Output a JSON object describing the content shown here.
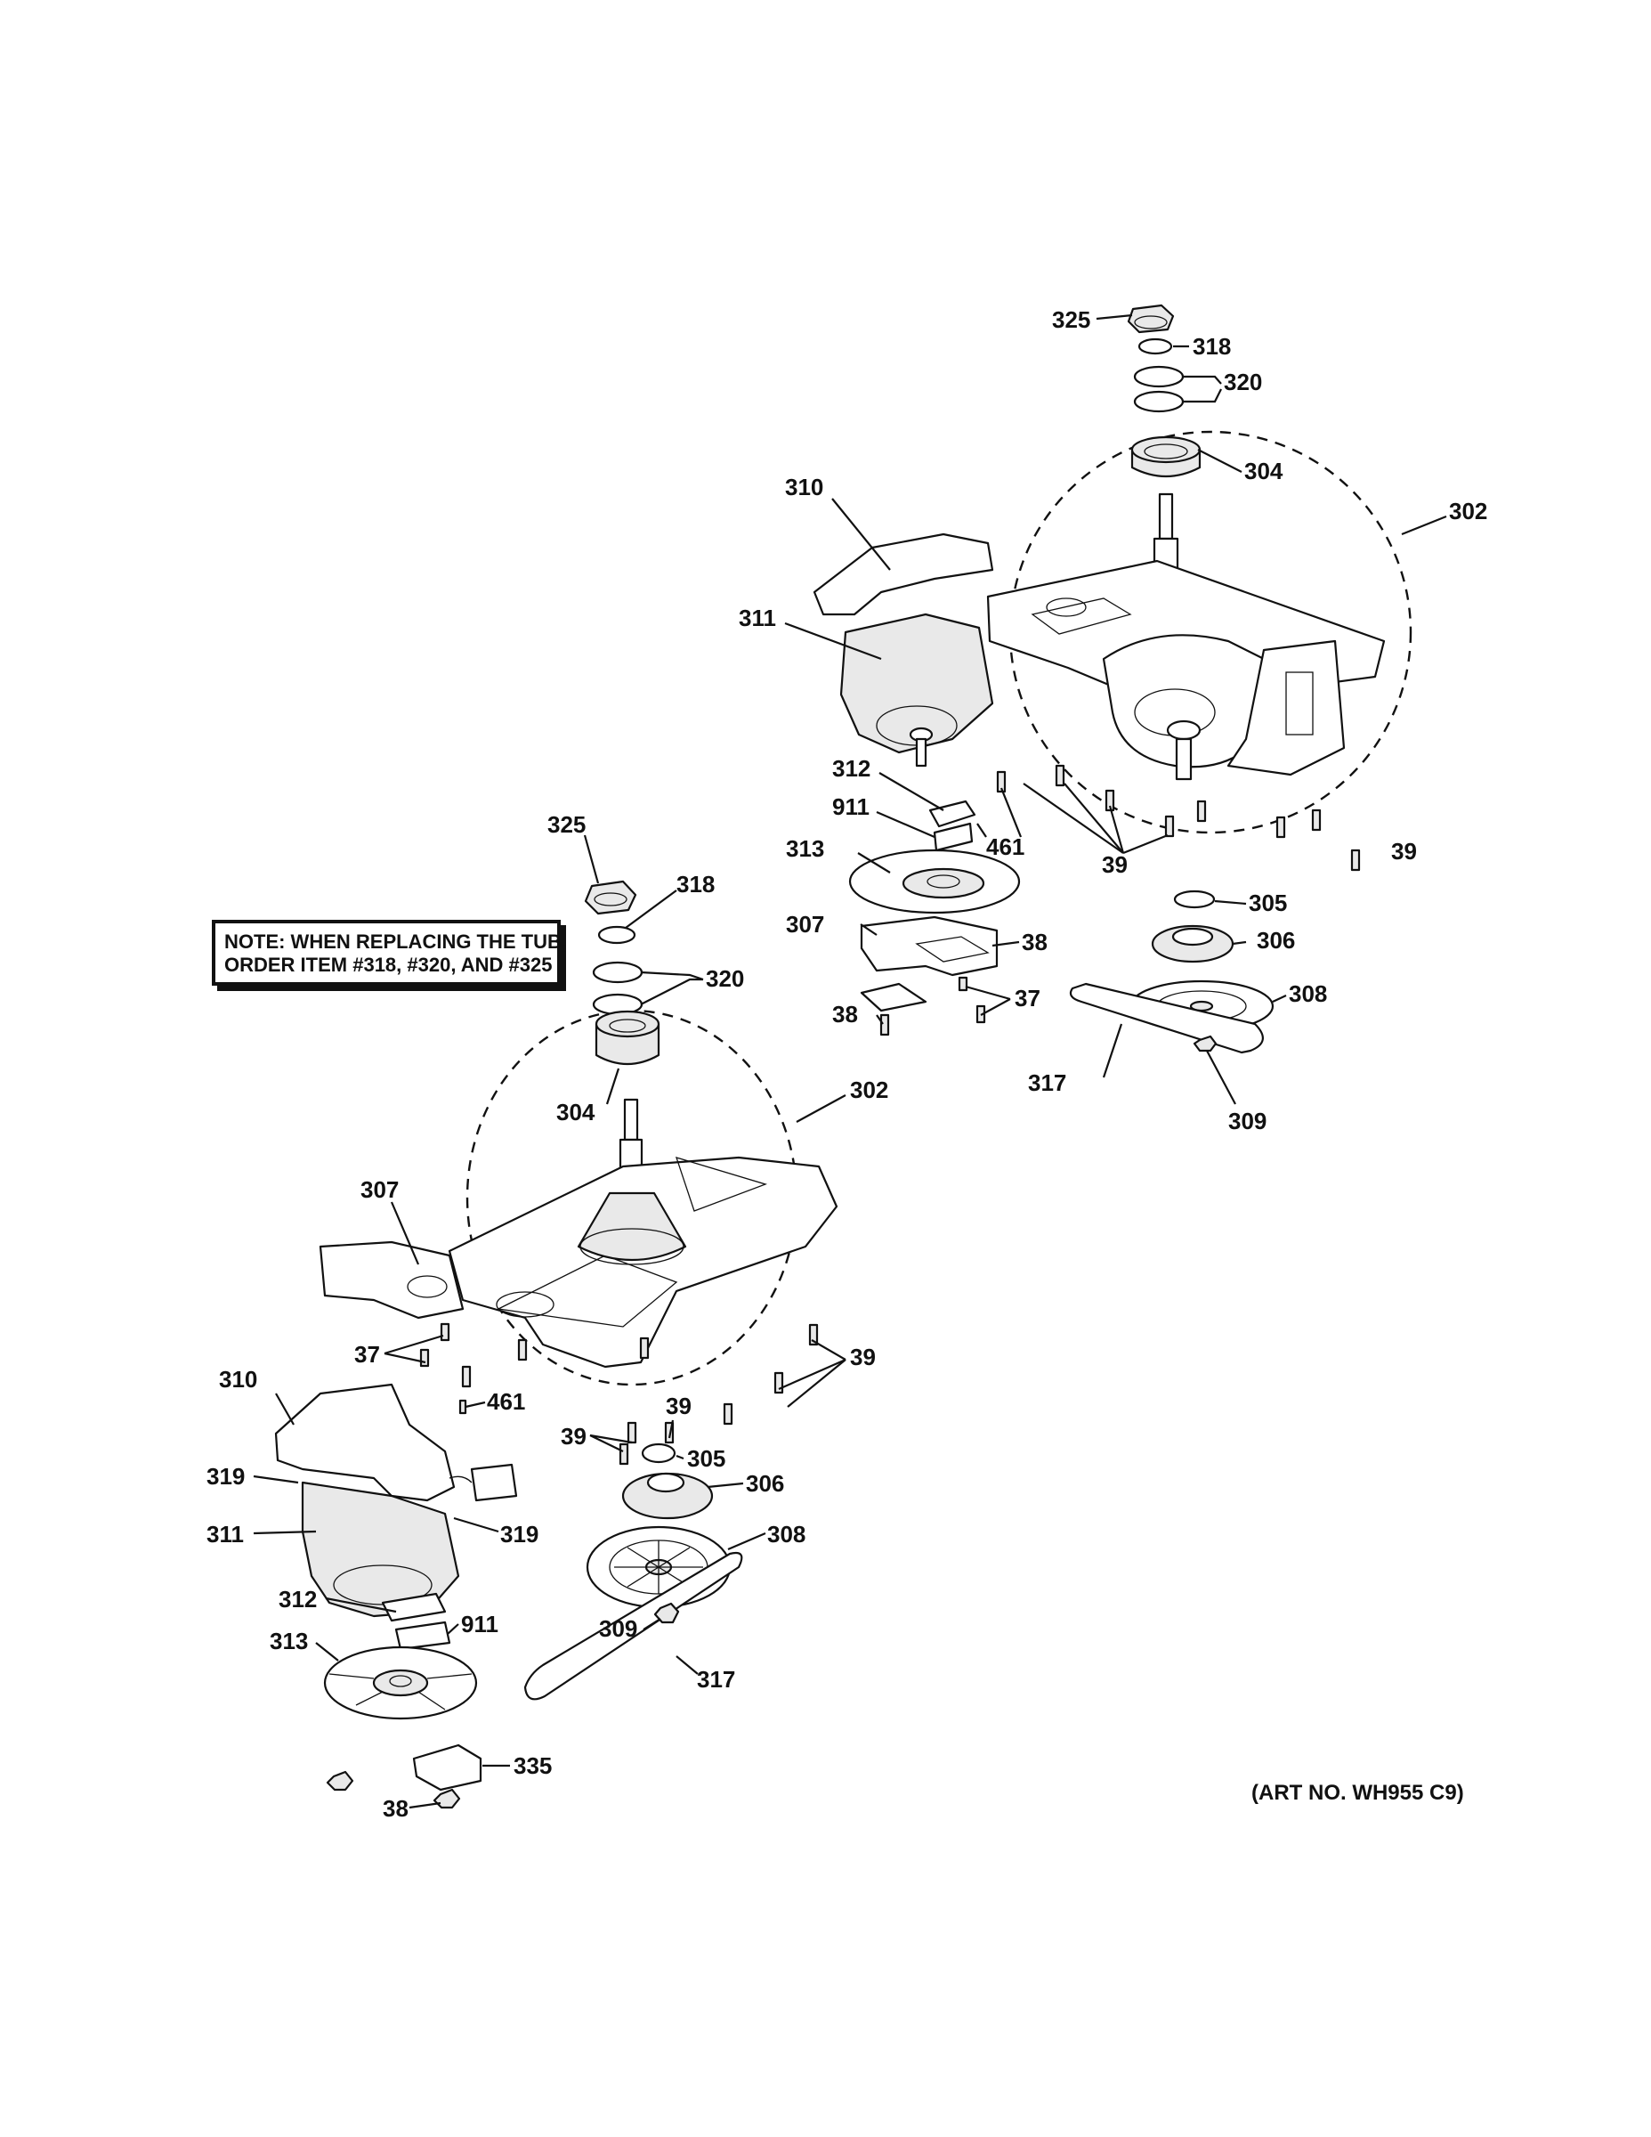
{
  "note": {
    "line1": "NOTE: WHEN REPLACING THE TUB,",
    "line2": "ORDER ITEM #318, #320, AND #325"
  },
  "art_number": "(ART NO. WH955 C9)",
  "callouts": {
    "top_325": "325",
    "top_318": "318",
    "top_320": "320",
    "top_304": "304",
    "top_302": "302",
    "top_310": "310",
    "top_311": "311",
    "top_312": "312",
    "top_911": "911",
    "top_461": "461",
    "top_313": "313",
    "top_39a": "39",
    "top_39b": "39",
    "top_307": "307",
    "top_38a": "38",
    "top_37": "37",
    "top_38b": "38",
    "top_305": "305",
    "top_306": "306",
    "top_308": "308",
    "top_317": "317",
    "top_309": "309",
    "bot_325": "325",
    "bot_318": "318",
    "bot_320": "320",
    "bot_304": "304",
    "bot_302": "302",
    "bot_307": "307",
    "bot_37": "37",
    "bot_39a": "39",
    "bot_461": "461",
    "bot_310": "310",
    "bot_39b": "39",
    "bot_39c": "39",
    "bot_305": "305",
    "bot_319a": "319",
    "bot_306": "306",
    "bot_311": "311",
    "bot_319b": "319",
    "bot_308": "308",
    "bot_312": "312",
    "bot_911": "911",
    "bot_309": "309",
    "bot_313": "313",
    "bot_317": "317",
    "bot_335": "335",
    "bot_38": "38"
  }
}
